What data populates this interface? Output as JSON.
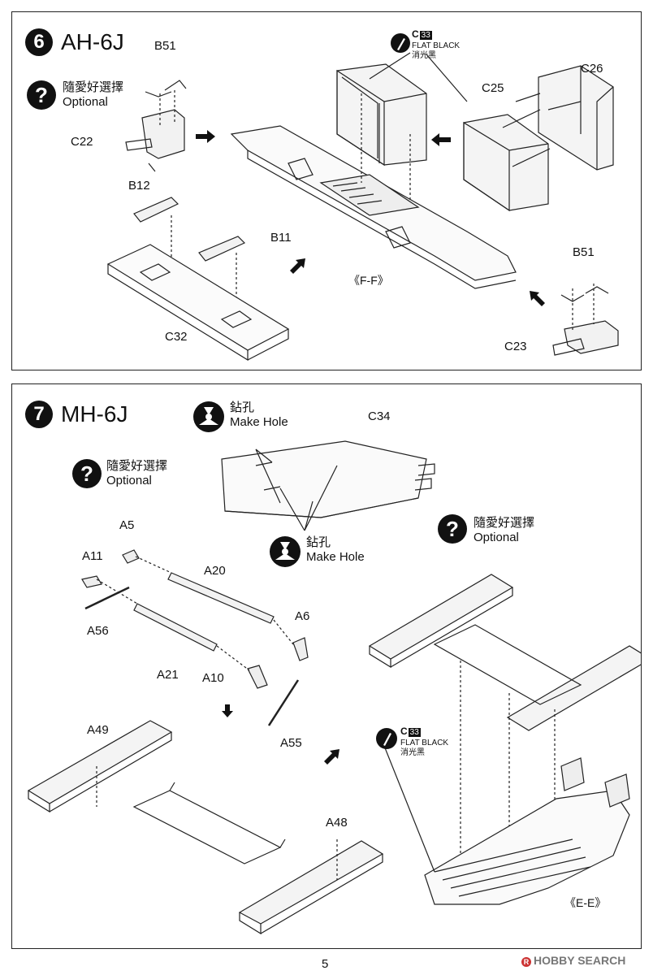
{
  "page_number": "5",
  "watermark": {
    "symbol": "R",
    "text": "HOBBY SEARCH"
  },
  "step6": {
    "number": "6",
    "title": "AH-6J",
    "optional": {
      "zh": "隨愛好選擇",
      "en": "Optional"
    },
    "paint": {
      "code": "C",
      "num": "33",
      "name_en": "FLAT BLACK",
      "name_zh": "消光黑"
    },
    "parts": {
      "B51_top": "B51",
      "C22": "C22",
      "B12": "B12",
      "B11": "B11",
      "C32": "C32",
      "C25": "C25",
      "C26": "C26",
      "B51_right": "B51",
      "C23": "C23"
    },
    "section": "《F-F》"
  },
  "step7": {
    "number": "7",
    "title": "MH-6J",
    "optional_left": {
      "zh": "隨愛好選擇",
      "en": "Optional"
    },
    "optional_right": {
      "zh": "隨愛好選擇",
      "en": "Optional"
    },
    "make_hole_top": {
      "zh": "鉆孔",
      "en": "Make Hole"
    },
    "make_hole_mid": {
      "zh": "鉆孔",
      "en": "Make Hole"
    },
    "paint": {
      "code": "C",
      "num": "33",
      "name_en": "FLAT BLACK",
      "name_zh": "消光黑"
    },
    "parts": {
      "C34": "C34",
      "A5": "A5",
      "A11": "A11",
      "A56": "A56",
      "A20": "A20",
      "A6": "A6",
      "A21": "A21",
      "A10": "A10",
      "A55": "A55",
      "A49": "A49",
      "A48": "A48"
    },
    "section": "《E-E》"
  },
  "icons": [
    "question-icon",
    "drill-icon",
    "paintbrush-icon",
    "arrow-icon"
  ]
}
